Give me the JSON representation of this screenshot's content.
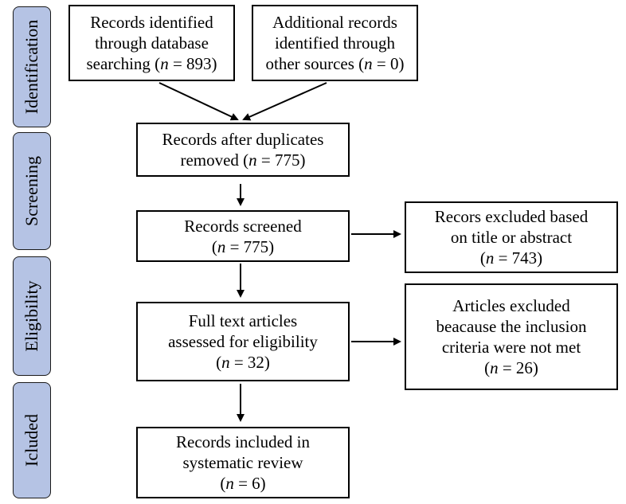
{
  "phases": {
    "identification": "Identification",
    "screening": "Screening",
    "eligibility": "Eligibility",
    "included": "Icluded"
  },
  "boxes": {
    "database_search": {
      "line1": "Records identified",
      "line2": "through database",
      "line3_prefix": "searching (",
      "n": "n",
      "line3_suffix": " = 893)"
    },
    "other_sources": {
      "line1": "Additional records",
      "line2": "identified through",
      "line3_prefix": "other sources (",
      "n": "n",
      "line3_suffix": " = 0)"
    },
    "after_duplicates": {
      "line1": "Records after duplicates",
      "line2_prefix": "removed (",
      "n": "n",
      "line2_suffix": " = 775)"
    },
    "screened": {
      "line1": "Records screened",
      "line2_prefix": "(",
      "n": "n",
      "line2_suffix": " = 775)"
    },
    "excluded_title": {
      "line1": "Recors excluded based",
      "line2": "on title or abstract",
      "line3_prefix": "(",
      "n": "n",
      "line3_suffix": " = 743)"
    },
    "full_text": {
      "line1": "Full text articles",
      "line2": "assessed for eligibility",
      "line3_prefix": "(",
      "n": "n",
      "line3_suffix": " = 32)"
    },
    "excluded_criteria": {
      "line1": "Articles excluded",
      "line2": "beacause the inclusion",
      "line3": "criteria were not met",
      "line4_prefix": "(",
      "n": "n",
      "line4_suffix": " = 26)"
    },
    "included": {
      "line1": "Records included in",
      "line2": "systematic review",
      "line3_prefix": "(",
      "n": "n",
      "line3_suffix": " = 6)"
    }
  }
}
